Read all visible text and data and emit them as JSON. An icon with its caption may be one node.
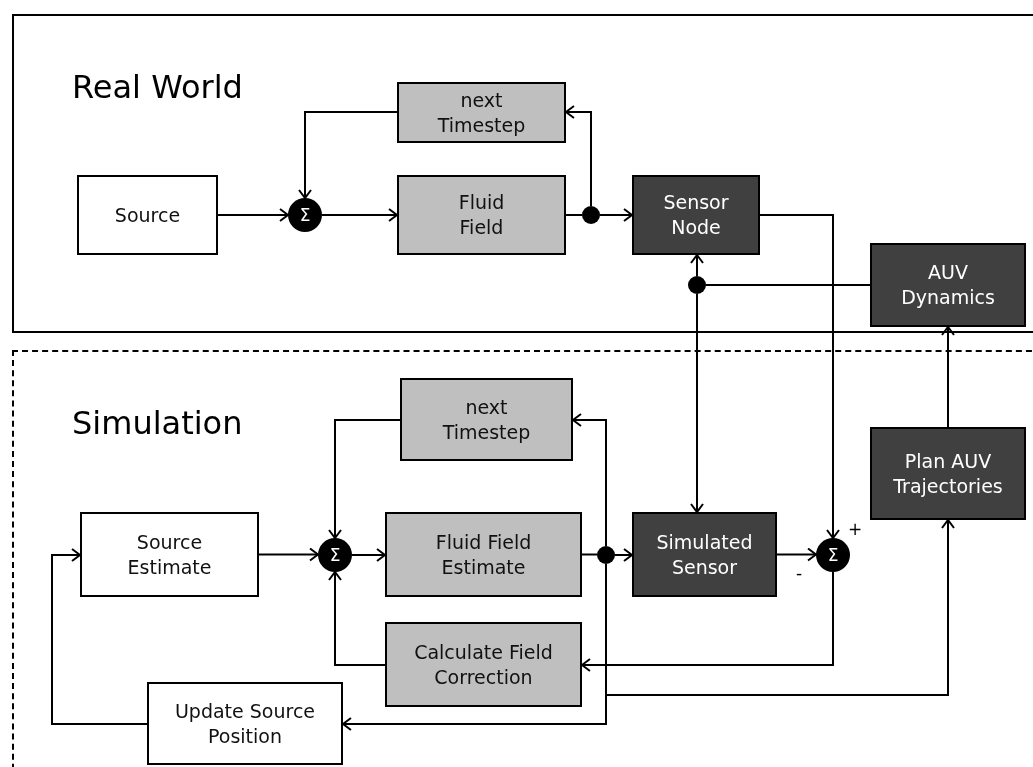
{
  "diagram": {
    "nodes": [
      {
        "text": [
          "Real World"
        ]
      },
      {
        "text": [
          "Source"
        ],
        "in": 0
      },
      {
        "text": [
          "Σ"
        ],
        "in": 0
      },
      {
        "text": [
          "next Timestep"
        ],
        "in": 0
      },
      {
        "text": [
          "Fluid Field"
        ],
        "in": 0
      },
      {
        "text": [],
        "shape": "circle",
        "in": 0
      },
      {
        "text": [
          "Sensor Node"
        ],
        "in": 0
      },
      {
        "text": [],
        "shape": "circle",
        "in": 0
      },
      {
        "text": [
          "AUV Dynamics"
        ],
        "in": 0
      },
      {
        "text": [
          "Simulation"
        ]
      },
      {
        "text": [
          "next Timestep"
        ],
        "in": 9
      },
      {
        "text": [
          "Source Estimate"
        ],
        "in": 9
      },
      {
        "text": [
          "Σ"
        ],
        "in": 9
      },
      {
        "text": [
          "Fluid Field Estimate"
        ],
        "in": 9
      },
      {
        "text": [],
        "shape": "circle",
        "in": 9
      },
      {
        "text": [
          "Simulated Sensor"
        ],
        "in": 9
      },
      {
        "text": [
          "Σ"
        ],
        "beside": [
          "+",
          "-"
        ],
        "in": 9
      },
      {
        "text": [
          "Plan AUV Trajectories"
        ],
        "in": 9
      },
      {
        "text": [
          "Calculate Field Correction"
        ],
        "in": 9
      },
      {
        "text": [
          "Update Source Position"
        ],
        "in": 9
      }
    ],
    "edges": [
      {
        "from": 1,
        "to": 2,
        "arrow": "to"
      },
      {
        "from": 2,
        "to": 4,
        "arrow": "to"
      },
      {
        "from": 4,
        "to": 5,
        "arrow": "none"
      },
      {
        "from": 5,
        "to": 6,
        "arrow": "to"
      },
      {
        "from": 5,
        "to": 3,
        "arrow": "to"
      },
      {
        "from": 3,
        "to": 2,
        "arrow": "to"
      },
      {
        "from": 8,
        "to": 7,
        "arrow": "none"
      },
      {
        "from": 7,
        "to": 6,
        "arrow": "to"
      },
      {
        "from": 7,
        "to": 15,
        "arrow": "to"
      },
      {
        "from": 6,
        "to": 16,
        "arrow": "to"
      },
      {
        "from": 17,
        "to": 8,
        "arrow": "to"
      },
      {
        "from": 11,
        "to": 12,
        "arrow": "to"
      },
      {
        "from": 12,
        "to": 13,
        "arrow": "to"
      },
      {
        "from": 13,
        "to": 14,
        "arrow": "none"
      },
      {
        "from": 14,
        "to": 15,
        "arrow": "to"
      },
      {
        "from": 14,
        "to": 10,
        "arrow": "to"
      },
      {
        "from": 10,
        "to": 12,
        "arrow": "to"
      },
      {
        "from": 15,
        "to": 16,
        "arrow": "to"
      },
      {
        "from": 16,
        "to": 18,
        "arrow": "to"
      },
      {
        "from": 18,
        "to": 12,
        "arrow": "to"
      },
      {
        "from": 14,
        "to": 17,
        "arrow": "to"
      },
      {
        "from": 14,
        "to": 19,
        "arrow": "to"
      },
      {
        "from": 19,
        "to": 11,
        "arrow": "to"
      }
    ]
  }
}
